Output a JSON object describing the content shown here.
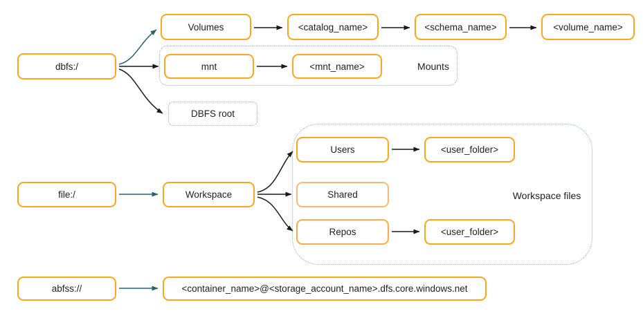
{
  "colors": {
    "orange": "#FBA61E",
    "orange_light": "#F8BA70",
    "orange_medium": "#F9AC49",
    "arrow_dark": "#1a1a1a",
    "arrow_teal": "#2B5F6C",
    "dotted": "#8FAFC5",
    "text": "#1e1e1e",
    "bg": "#ffffff"
  },
  "nodes": {
    "dbfs": "dbfs:/",
    "volumes": "Volumes",
    "catalog_name": "<catalog_name>",
    "schema_name": "<schema_name>",
    "volume_name": "<volume_name>",
    "mnt": "mnt",
    "mnt_name": "<mnt_name>",
    "dbfs_root": "DBFS root",
    "file": "file:/",
    "workspace": "Workspace",
    "users": "Users",
    "user_folder_top": "<user_folder>",
    "shared": "Shared",
    "repos": "Repos",
    "user_folder_bottom": "<user_folder>",
    "abfss": "abfss://",
    "adls_path": "<container_name>@<storage_account_name>.dfs.core.windows.net"
  },
  "groups": {
    "mounts": "Mounts",
    "workspace_files": "Workspace files"
  }
}
